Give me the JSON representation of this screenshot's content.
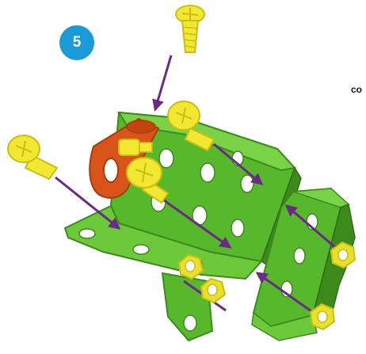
{
  "step": {
    "number": "5"
  },
  "side_text": "co",
  "colors": {
    "step_badge": "#1a9ad6",
    "plate_green": "#58b82b",
    "plate_green_dark": "#3d8a1c",
    "plate_green_light": "#7ad246",
    "screw_yellow": "#f2e832",
    "screw_yellow_dark": "#c9be12",
    "bracket_orange": "#d9541a",
    "bracket_orange_dark": "#a83c0d",
    "arrow_purple": "#6b2a86",
    "nut_yellow": "#e8e02a"
  },
  "icons": [
    "screw-icon",
    "nut-icon",
    "bracket-icon",
    "arrow-icon"
  ],
  "parts": [
    "u-channel-plate",
    "small-u-channel-plate",
    "l-bracket",
    "screws",
    "nuts"
  ]
}
